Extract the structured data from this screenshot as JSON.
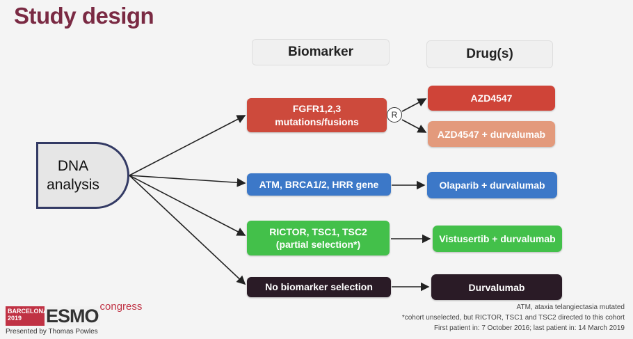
{
  "title": "Study design",
  "headers": {
    "biomarker": "Biomarker",
    "drugs": "Drug(s)"
  },
  "source": {
    "line1": "DNA",
    "line2": "analysis"
  },
  "biomarkers": [
    {
      "line1": "FGFR1,2,3",
      "line2": "mutations/fusions",
      "color": "#cd4a3c"
    },
    {
      "line1": "ATM, BRCA1/2, HRR gene",
      "line2": "",
      "color": "#3c78c8"
    },
    {
      "line1": "RICTOR, TSC1, TSC2",
      "line2": "(partial selection*)",
      "color": "#43c04a"
    },
    {
      "line1": "No biomarker selection",
      "line2": "",
      "color": "#2a1b26"
    }
  ],
  "randomization": "R",
  "drugs": [
    {
      "label": "AZD4547",
      "color": "#cf4438"
    },
    {
      "label": "AZD4547 + durvalumab",
      "color": "#e39a7c"
    },
    {
      "label": "Olaparib + durvalumab",
      "color": "#3c78c8"
    },
    {
      "label": "Vistusertib + durvalumab",
      "color": "#43c04a"
    },
    {
      "label": "Durvalumab",
      "color": "#2a1b26"
    }
  ],
  "logo": {
    "city": "BARCELONA",
    "year": "2019",
    "brand": "ESMO",
    "suffix": "congress"
  },
  "presenter": "Presented by Thomas Powles",
  "footnotes": [
    "ATM, ataxia telangiectasia mutated",
    "*cohort unselected, but RICTOR, TSC1 and TSC2 directed to this cohort",
    "First patient in: 7 October 2016; last patient in: 14 March 2019"
  ]
}
